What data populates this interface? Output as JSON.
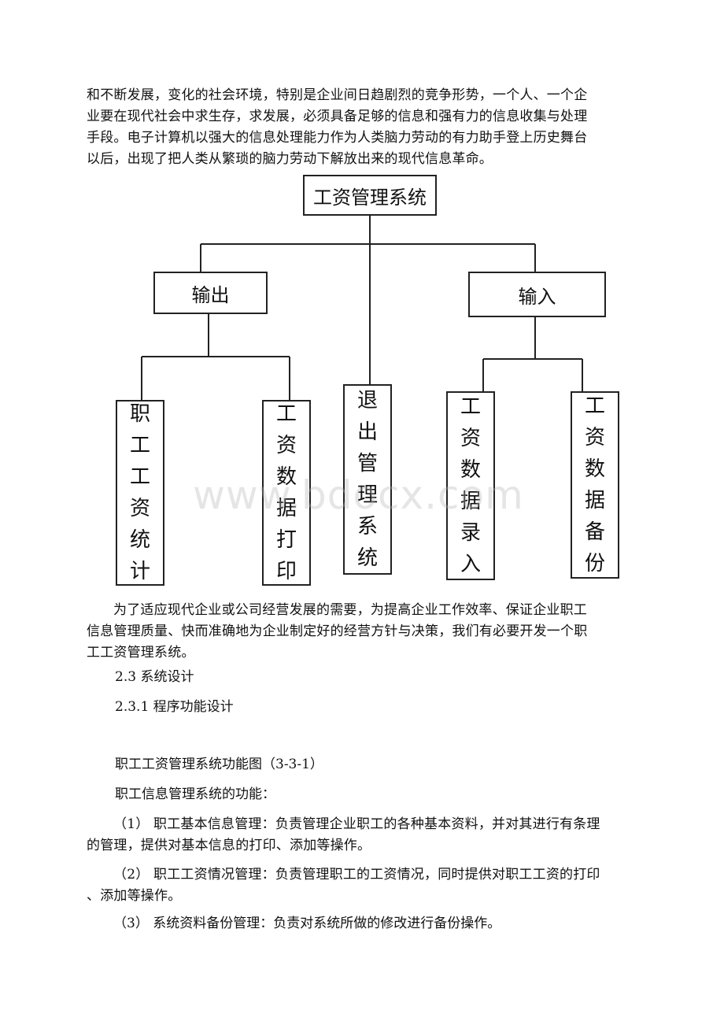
{
  "intro_lines": [
    "和不断发展，变化的社会环境，特别是企业间日趋剧烈的竞争形势，一个人、一个企",
    "业要在现代社会中求生存，求发展，必须具备足够的信息和强有力的信息收集与处理",
    "手段。电子计算机以强大的信息处理能力作为人类脑力劳动的有力助手登上历史舞台",
    "以后，出现了把人类从繁琐的脑力劳动下解放出来的现代信息革命。"
  ],
  "diagram": {
    "root": "工资管理系统",
    "output": "输出",
    "input": "输入",
    "leaf_stats": [
      "职",
      "工",
      "工",
      "资",
      "统",
      "计"
    ],
    "leaf_print": [
      "工",
      "资",
      "数",
      "据",
      "打",
      "印"
    ],
    "leaf_exit": [
      "退",
      "出",
      "管",
      "理",
      "系",
      "统"
    ],
    "leaf_entry": [
      "工",
      "资",
      "数",
      "据",
      "录",
      "入"
    ],
    "leaf_backup": [
      "工",
      "资",
      "数",
      "据",
      "备",
      "份"
    ]
  },
  "watermark": "www.bdocx.com",
  "para_purpose_lines": [
    "为了适应现代企业或公司经营发展的需要，为提高企业工作效率、保证企业职工",
    "信息管理质量、快而准确地为企业制定好的经营方针与决策，我们有必要开发一个职",
    "工工资管理系统。"
  ],
  "heading_2_3": "2.3 系统设计",
  "heading_2_3_1": "2.3.1 程序功能设计",
  "figure_caption": "职工工资管理系统功能图（3-3-1）",
  "functions_title": "职工信息管理系统的功能：",
  "func1_lines": [
    "（1） 职工基本信息管理：负责管理企业职工的各种基本资料，并对其进行有条理",
    "的管理，提供对基本信息的打印、添加等操作。"
  ],
  "func2_lines": [
    "（2） 职工工资情况管理：负责管理职工的工资情况，同时提供对职工工资的打印",
    "、添加等操作。"
  ],
  "func3": "（3） 系统资料备份管理：负责对系统所做的修改进行备份操作。"
}
